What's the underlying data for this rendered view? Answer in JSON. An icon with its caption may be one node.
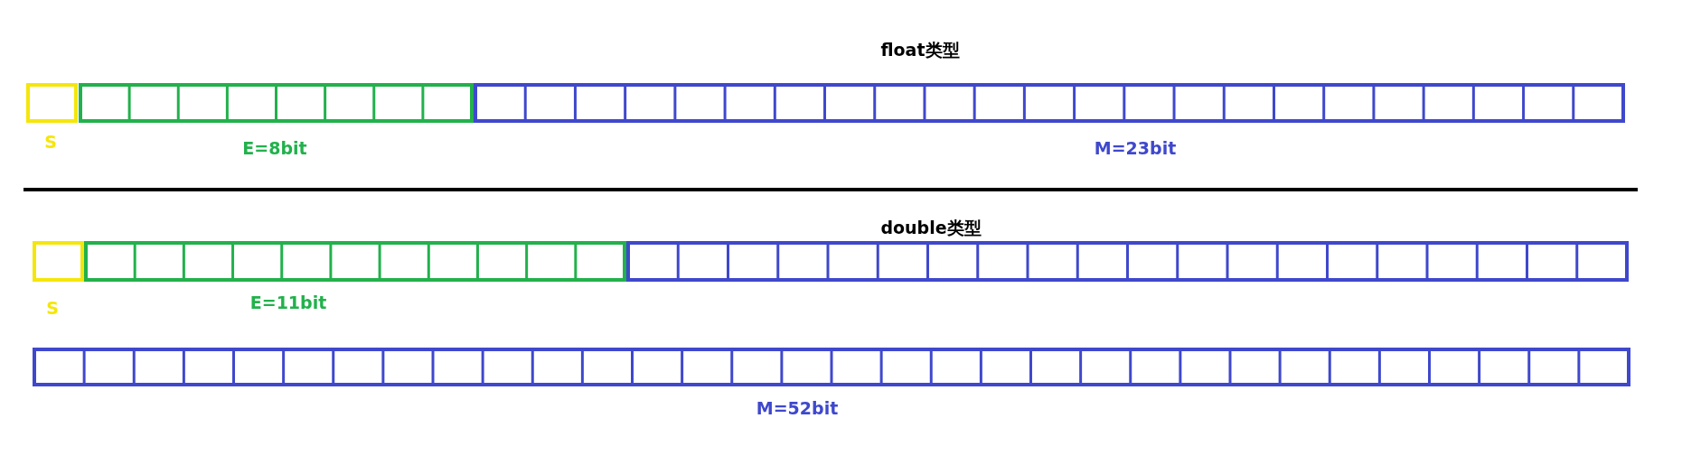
{
  "diagram": {
    "labels": [
      "float类型",
      "S",
      "E=8bit",
      "M=23bit",
      "double类型",
      "S",
      "E=11bit",
      "M=52bit"
    ]
  }
}
